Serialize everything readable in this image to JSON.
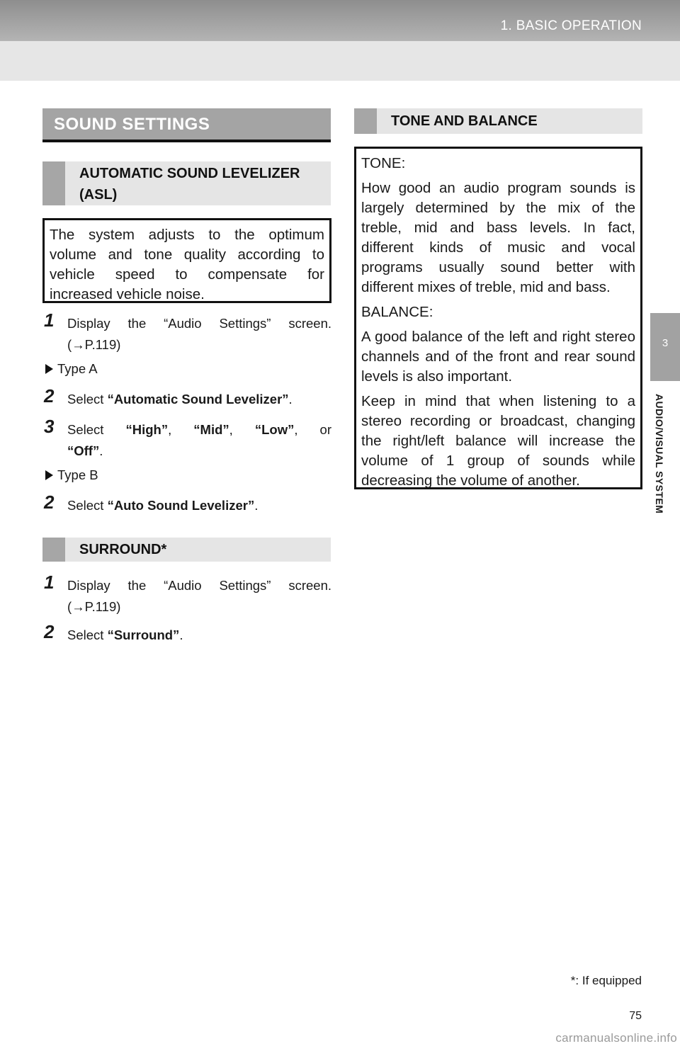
{
  "header": {
    "section": "1. BASIC OPERATION"
  },
  "side_tab": {
    "number": "3",
    "label": "AUDIO/VISUAL SYSTEM"
  },
  "sound_settings": {
    "title": "SOUND SETTINGS",
    "asl": {
      "title": "AUTOMATIC SOUND LEVELIZER (ASL)",
      "description": "The system adjusts to the optimum volume and tone quality according to vehicle speed to compensate for increased vehicle noise.",
      "step1_num": "1",
      "step1_text": "Display the “Audio Settings” screen. (→P.119)",
      "type_a": "Type A",
      "step2a_num": "2",
      "step2a_prefix": "Select ",
      "step2a_bold": "“Automatic Sound Levelizer”",
      "step2a_suffix": ".",
      "step3_num": "3",
      "step3_prefix": "Select ",
      "step3_high": "“High”",
      "step3_sep1": ", ",
      "step3_mid": "“Mid”",
      "step3_sep2": ", ",
      "step3_low": "“Low”",
      "step3_or": ", or ",
      "step3_off": "“Off”",
      "step3_suffix": ".",
      "type_b": "Type B",
      "step2b_num": "2",
      "step2b_prefix": "Select ",
      "step2b_bold": "“Auto Sound Levelizer”",
      "step2b_suffix": "."
    },
    "surround": {
      "title": "SURROUND*",
      "step1_num": "1",
      "step1_text": "Display the “Audio Settings” screen. (→P.119)",
      "step2_num": "2",
      "step2_prefix": "Select ",
      "step2_bold": "“Surround”",
      "step2_suffix": "."
    }
  },
  "tone_balance": {
    "title": "TONE AND BALANCE",
    "tone_label": "TONE:",
    "tone_text": "How good an audio program sounds is largely determined by the mix of the treble, mid and bass levels. In fact, different kinds of music and vocal programs usually sound better with different mixes of treble, mid and bass.",
    "balance_label": "BALANCE:",
    "balance_text1": "A good balance of the left and right stereo channels and of the front and rear sound levels is also important.",
    "balance_text2": "Keep in mind that when listening to a stereo recording or broadcast, changing the right/left balance will increase the volume of 1 group of sounds while decreasing the volume of another."
  },
  "footnote": "*: If equipped",
  "page_number": "75",
  "watermark": "carmanualsonline.info",
  "colors": {
    "header_band": "#a4a4a4",
    "subheader_bg": "#e5e5e5",
    "text": "#1a1a1a"
  }
}
